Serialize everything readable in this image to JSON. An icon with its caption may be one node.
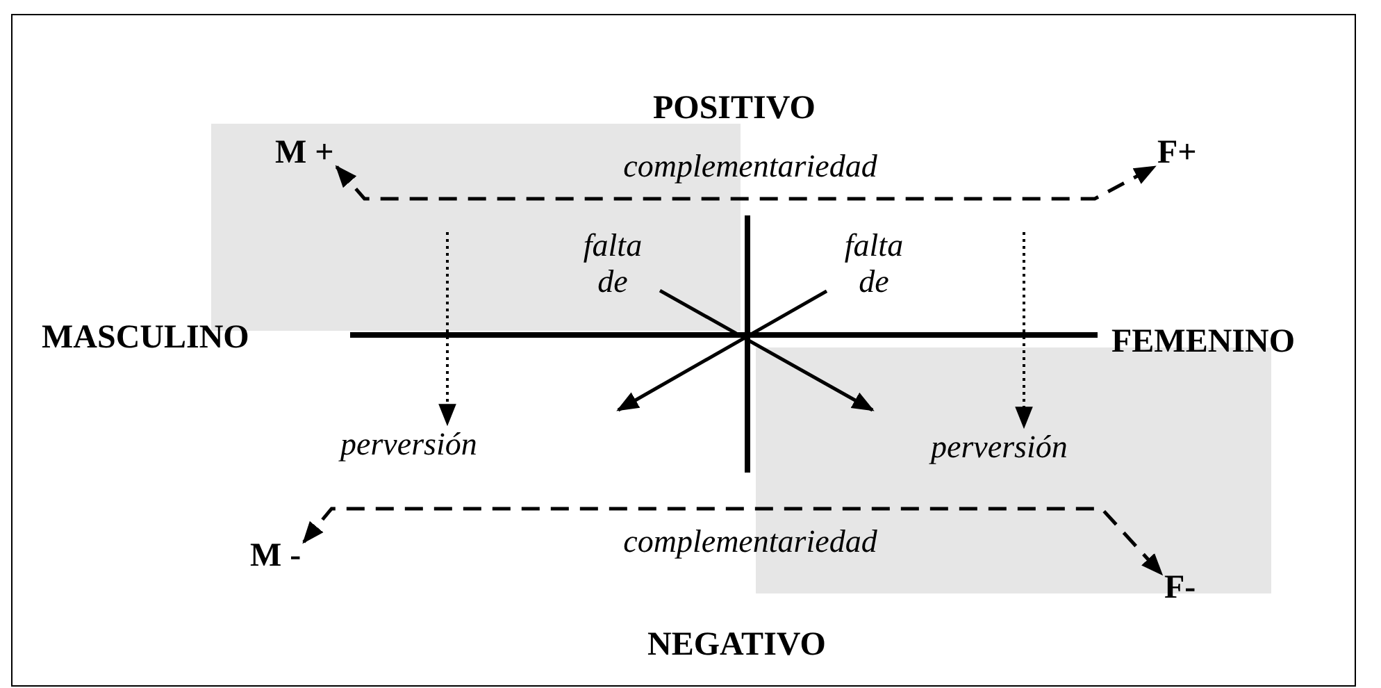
{
  "diagram": {
    "nodes": [
      {
        "text": [
          "M +"
        ]
      },
      {
        "text": [
          "F+"
        ]
      },
      {
        "text": [
          "falta de"
        ]
      },
      {
        "text": [
          "falta de"
        ]
      },
      {
        "text": [
          "perversión"
        ]
      },
      {
        "text": [
          "perversión"
        ]
      },
      {
        "text": [
          "M -"
        ]
      },
      {
        "text": [
          "F-"
        ]
      }
    ],
    "edges": [
      {
        "from": 0,
        "to": 1,
        "arrow": "both",
        "style": "dashed",
        "label": "complementariedad"
      },
      {
        "from": null,
        "to": 4,
        "arrow": "to",
        "style": "dashed"
      },
      {
        "from": null,
        "to": 5,
        "arrow": "to",
        "style": "dashed"
      },
      {
        "from": 2,
        "to": null,
        "arrow": "to"
      },
      {
        "from": 3,
        "to": null,
        "arrow": "to"
      },
      {
        "from": 6,
        "to": 7,
        "arrow": "both",
        "style": "dashed",
        "label": "complementariedad"
      }
    ],
    "labels": [
      "POSITIVO",
      "MASCULINO",
      "FEMENINO",
      "NEGATIVO"
    ]
  }
}
